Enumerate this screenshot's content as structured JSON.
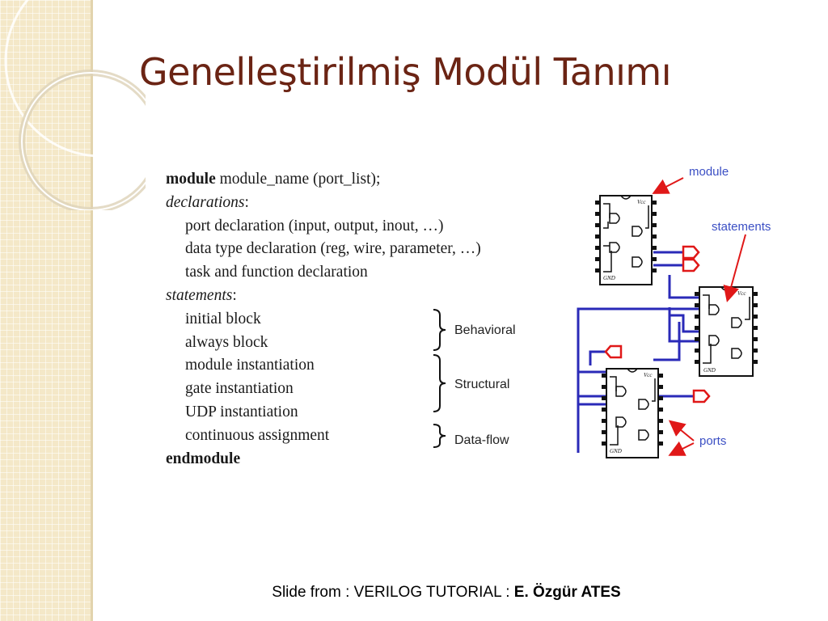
{
  "slide": {
    "title": "Genelleştirilmiş Modül Tanımı"
  },
  "code": {
    "line1_kw": "module",
    "line1_rest": " module_name (port_list);",
    "line2_it": "declarations",
    "line2_rest": ":",
    "line3": "port declaration (input, output, inout, …)",
    "line4": "data type declaration (reg, wire, parameter, …)",
    "line5": "task and function declaration",
    "line6_it": "statements",
    "line6_rest": ":",
    "line7": "initial block",
    "line8": "always block",
    "line9": "module instantiation",
    "line10": "gate instantiation",
    "line11": "UDP instantiation",
    "line12": "continuous assignment",
    "line13_kw": "endmodule"
  },
  "categories": {
    "behavioral": "Behavioral",
    "structural": "Structural",
    "dataflow": "Data-flow"
  },
  "diagram": {
    "module_label": "module",
    "statements_label": "statements",
    "ports_label": "ports",
    "chip_vcc": "Vcc",
    "chip_gnd": "GND",
    "wire_color": "#2a2ab8",
    "port_color": "#e01818",
    "arrow_color": "#e01818"
  },
  "footer": {
    "prefix": "Slide from : VERILOG TUTORIAL : ",
    "author": "E. Özgür ATES"
  }
}
